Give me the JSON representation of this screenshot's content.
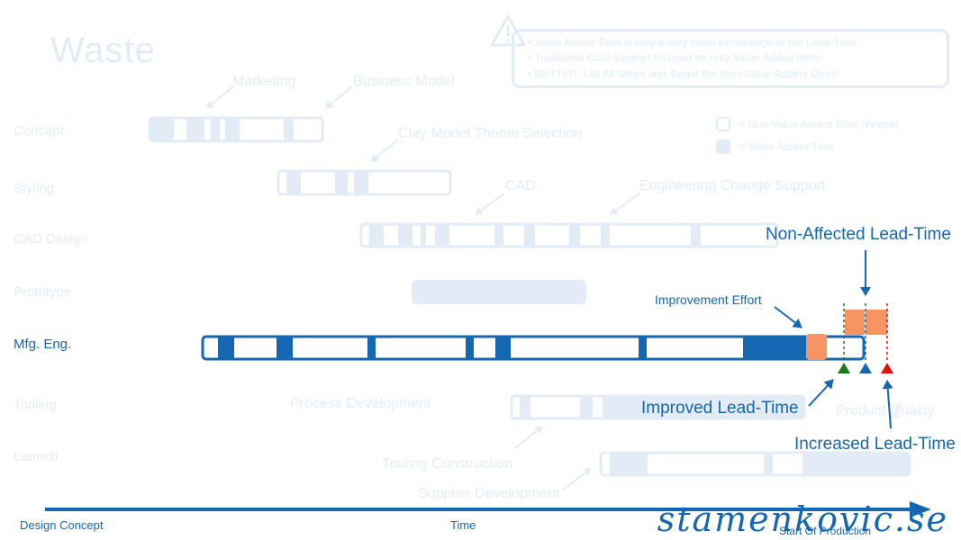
{
  "title": "Waste",
  "notes": {
    "lines": [
      "• Value Added Time is only a very small percentage of the Lead-Time",
      "• Traditional Cost Savings focused on only Value Added Items",
      "• BETTER: List All Steps and Target the Non-Value-Adding Ones!"
    ]
  },
  "legend": {
    "non_value": "= Non-Value Added Time (Waste)",
    "value": "= Value Added Time"
  },
  "phases": [
    "Concept",
    "Styling",
    "CAD Design",
    "Prototype",
    "Mfg. Eng.",
    "Tooling",
    "Launch"
  ],
  "labels": {
    "marketing": "Marketing",
    "business_model": "Business Model",
    "clay_model": "Clay Model Theme Selection",
    "cad": "CAD",
    "engineering_change": "Engineering Change Support",
    "process_development": "Process Development",
    "tooling_construction": "Tooling Construction",
    "supplier_development": "Supplier Development",
    "product_quality": "Product Quality",
    "improvement_effort": "Improvement Effort",
    "non_affected": "Non-Affected Lead-Time",
    "improved": "Improved Lead-Time",
    "increased": "Increased Lead-Time"
  },
  "axis": {
    "start": "Design Concept",
    "middle": "Time",
    "end": "Start Of Production"
  },
  "colors": {
    "primary": "#1467b0",
    "faint": "#e3ecf6",
    "orange": "#f79463",
    "green": "#1a7a1a",
    "red": "#e01010"
  },
  "signature": "stamenkovic.se"
}
